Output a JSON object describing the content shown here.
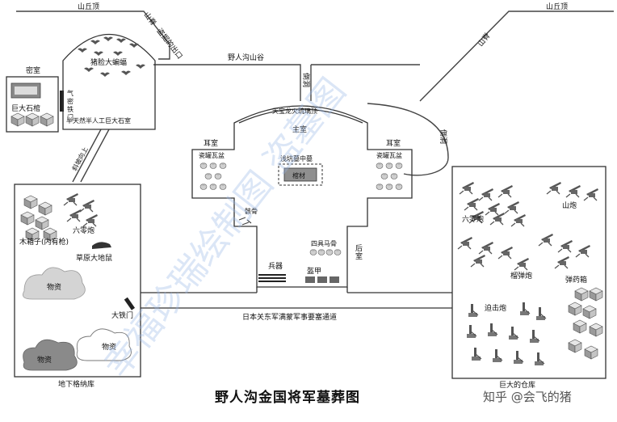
{
  "map": {
    "title": "野人沟金国将军墓葬图",
    "credit": "知乎 @会飞的猪",
    "watermark": "幸福珍瑞绘制图 盗墓图",
    "labels": {
      "hill_top_left": "山丘顶",
      "hill_top_right": "山丘顶",
      "mountain_left": "山脊",
      "mountain_right": "山脊",
      "exit_tunnel": "盗掘的出口",
      "valley": "野人沟山谷",
      "down_tunnel_1": "倒洞",
      "down_tunnel_2": "倒洞",
      "secret_room": "密室",
      "giant_coffin": "巨大石棺",
      "airtight_door": "气密铁门",
      "bat_lair": "猪脸大蝙蝠",
      "stone_chamber": "半天然半人工巨大石室",
      "slope_up": "斜坡向上",
      "dome": "天宝龙火琉璃顶",
      "main_room": "主室",
      "ear_room_left": "耳室",
      "ear_room_right": "耳室",
      "urns_left": "瓷罐瓦盆",
      "urns_right": "瓷罐瓦盆",
      "central_tomb": "浅坑墓中墓",
      "coffin": "棺材",
      "bones": "骸骨",
      "horse_bones": "四具马骨",
      "rear_room": "后室",
      "weapons": "兵器",
      "armor": "盔甲",
      "wooden_boxes": "木箱子(内有枪)",
      "mortar_left": "六零炮",
      "steppe_mole": "草原大地鼠",
      "supplies_1": "物资",
      "supplies_2": "物资",
      "supplies_3": "物资",
      "big_iron_door": "大铁门",
      "underground_depot": "地下格纳库",
      "passage": "日本关东军满蒙军事要塞通道",
      "mortar_right": "六零炮",
      "mountain_gun": "山炮",
      "grenade_launcher": "榴弹炮",
      "ammo_box": "弹药箱",
      "artillery": "迫击炮",
      "big_warehouse": "巨大的仓库"
    }
  },
  "colors": {
    "ink": "#333333",
    "watermark": "#9bb8e8",
    "cloud": "#9a9a9a",
    "cloud_light": "#ffffff",
    "box": "#b8b8b8"
  }
}
